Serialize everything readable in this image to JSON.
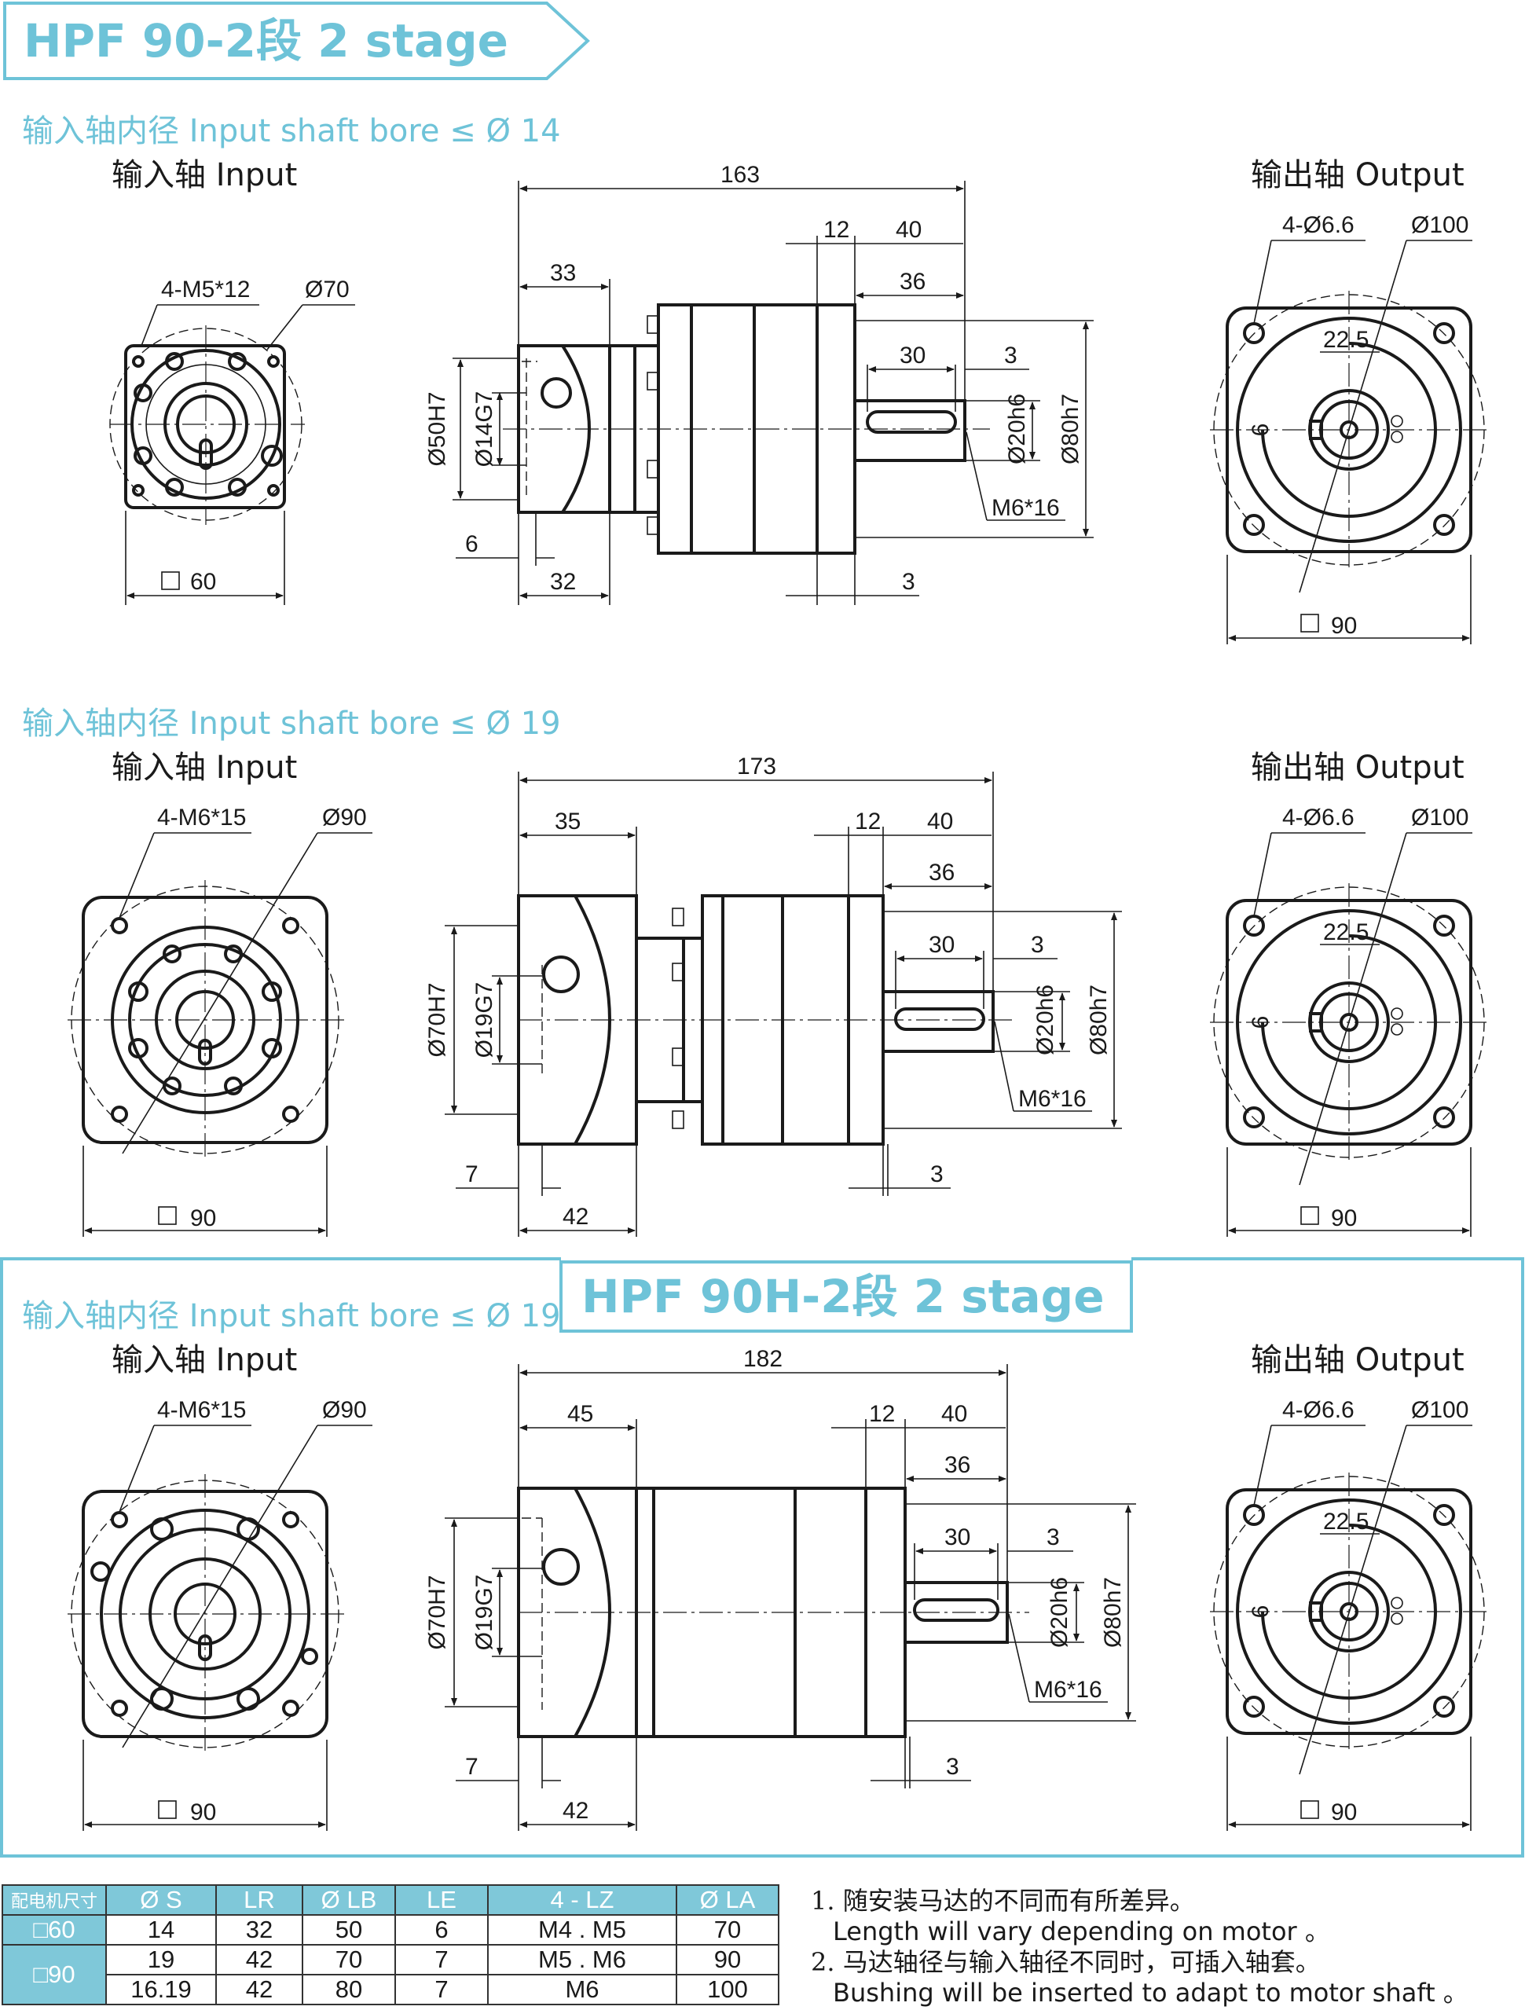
{
  "titles": {
    "main": "HPF 90-2段   2 stage",
    "second": "HPF 90H-2段   2 stage"
  },
  "sections": [
    {
      "bore_note": "输入轴内径 Input shaft bore ≤ Ø 14",
      "input_label": "输入轴  Input",
      "output_label": "输出轴  Output",
      "input_dims": [
        "4-M5*12",
        "Ø70",
        "60"
      ],
      "side_dims": [
        "163",
        "12",
        "40",
        "33",
        "36",
        "30",
        "3",
        "Ø50H7",
        "Ø14G7",
        "Ø20h6",
        "Ø80h7",
        "M6*16",
        "6",
        "32",
        "3"
      ],
      "output_dims": [
        "4-Ø6.6",
        "Ø100",
        "22.5",
        "6",
        "90"
      ]
    },
    {
      "bore_note": "输入轴内径 Input shaft bore ≤ Ø 19",
      "input_label": "输入轴  Input",
      "output_label": "输出轴  Output",
      "input_dims": [
        "4-M6*15",
        "Ø90",
        "90"
      ],
      "side_dims": [
        "173",
        "35",
        "12",
        "40",
        "36",
        "30",
        "3",
        "Ø70H7",
        "Ø19G7",
        "Ø20h6",
        "Ø80h7",
        "M6*16",
        "7",
        "42",
        "3"
      ],
      "output_dims": [
        "4-Ø6.6",
        "Ø100",
        "22.5",
        "6",
        "90"
      ]
    },
    {
      "bore_note": "输入轴内径 Input shaft bore ≤ Ø 19",
      "input_label": "输入轴  Input",
      "output_label": "输出轴  Output",
      "input_dims": [
        "4-M6*15",
        "Ø90",
        "90"
      ],
      "side_dims": [
        "182",
        "45",
        "12",
        "40",
        "36",
        "30",
        "3",
        "Ø70H7",
        "Ø19G7",
        "Ø20h6",
        "Ø80h7",
        "M6*16",
        "7",
        "42",
        "3"
      ],
      "output_dims": [
        "4-Ø6.6",
        "Ø100",
        "22.5",
        "6",
        "90"
      ]
    }
  ],
  "table": {
    "headers": [
      "配电机尺寸",
      "Ø S",
      "LR",
      "Ø LB",
      "LE",
      "4 - LZ",
      "Ø LA"
    ],
    "rows": [
      {
        "motor": "□60",
        "cells": [
          "14",
          "32",
          "50",
          "6",
          "M4 . M5",
          "70"
        ]
      },
      {
        "motor": "□90",
        "cells": [
          "19",
          "42",
          "70",
          "7",
          "M5 . M6",
          "90"
        ]
      },
      {
        "motor": "",
        "cells": [
          "16.19",
          "42",
          "80",
          "7",
          "M6",
          "100"
        ]
      }
    ]
  },
  "notes": {
    "n1_cn": "1. 随安装马达的不同而有所差异。",
    "n1_en": "Length will vary depending on motor 。",
    "n2_cn": "2. 马达轴径与输入轴径不同时，可插入轴套。",
    "n2_en": "Bushing will be inserted to adapt to motor shaft 。"
  },
  "colors": {
    "accent": "#6ec3d8",
    "line": "#1a1a1a"
  }
}
